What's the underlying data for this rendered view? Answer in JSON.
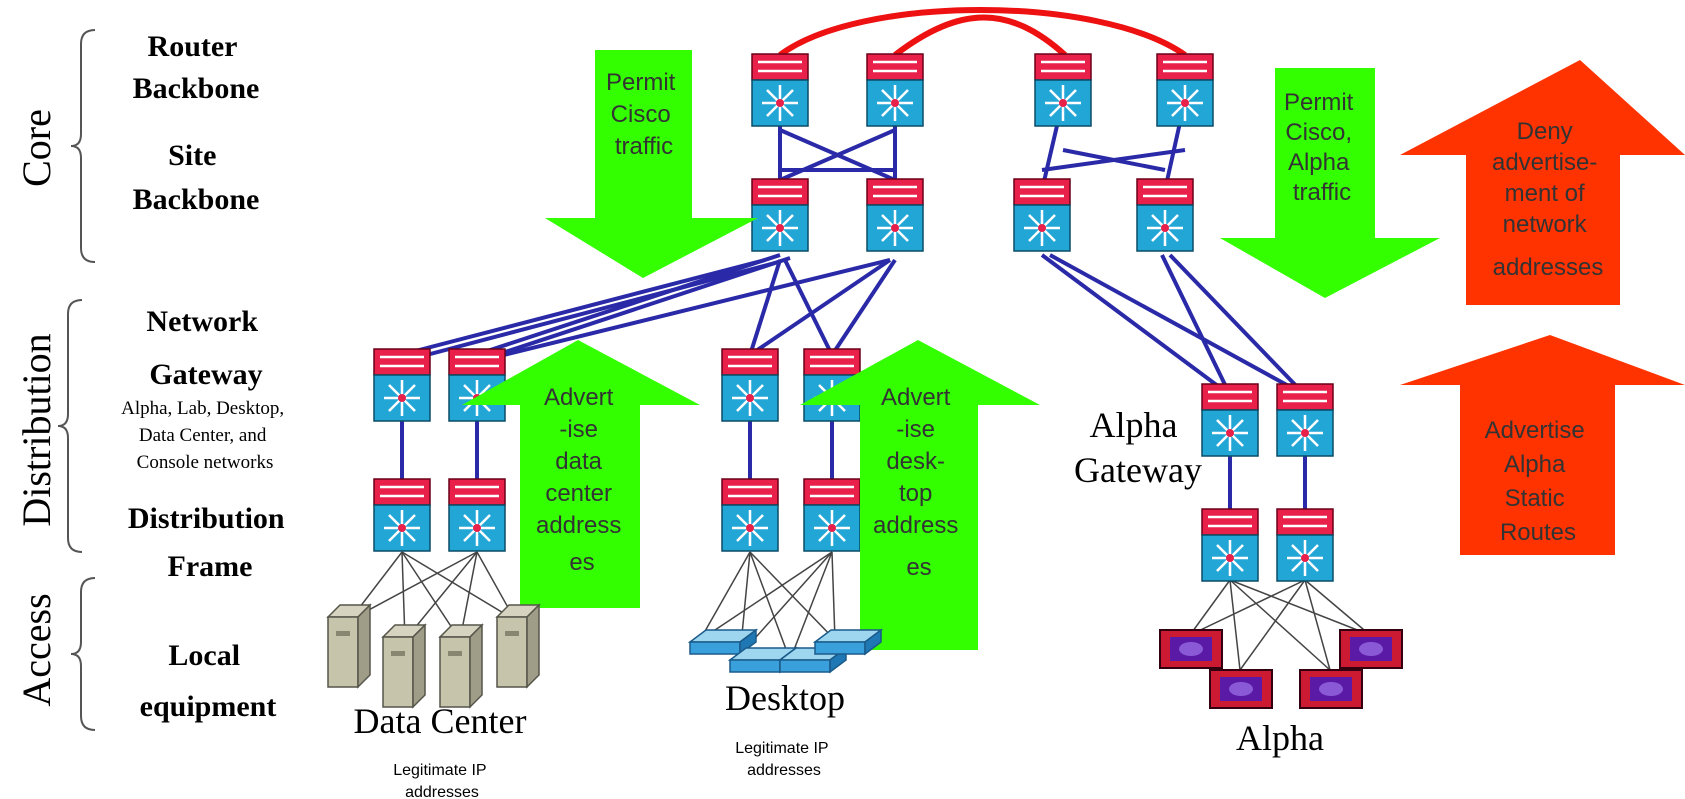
{
  "tiers": {
    "core": "Core",
    "distribution": "Distribution",
    "access": "Access"
  },
  "layer_labels": {
    "router_backbone": [
      "Router",
      "Backbone"
    ],
    "site_backbone": [
      "Site",
      "Backbone"
    ],
    "network_gateway": [
      "Network",
      "Gateway"
    ],
    "gateway_note": [
      "Alpha, Lab, Desktop,",
      "Data Center, and",
      "Console networks"
    ],
    "distribution_frame": [
      "Distribution",
      "Frame"
    ],
    "local_equipment": [
      "Local",
      "equipment"
    ]
  },
  "arrows": {
    "permit_cisco": [
      "Permit",
      "Cisco",
      "traffic"
    ],
    "permit_cisco_alpha": [
      "Permit",
      "Cisco,",
      "Alpha",
      "traffic"
    ],
    "deny_advertisement": [
      "Deny",
      "advertise-",
      "ment of",
      "network",
      "addresses"
    ],
    "advertise_data_center": [
      "Advert",
      "-ise",
      "data",
      "center",
      "address",
      "es"
    ],
    "advertise_desktop": [
      "Advert",
      "-ise",
      "desk-",
      "top",
      "address",
      "es"
    ],
    "advertise_alpha": [
      "Advertise",
      "Alpha",
      "Static",
      "Routes"
    ]
  },
  "sites": {
    "data_center": "Data Center",
    "data_center_note": [
      "Legitimate IP",
      "addresses"
    ],
    "desktop": "Desktop",
    "desktop_note": [
      "Legitimate IP",
      "addresses"
    ],
    "alpha_gateway": [
      "Alpha",
      "Gateway"
    ],
    "alpha": "Alpha"
  },
  "colors": {
    "green_arrow": "#33ff00",
    "red_arrow": "#ff3300",
    "link_blue": "#2a2aa8",
    "link_red": "#ee1111",
    "router_top": "#e8204a",
    "router_body": "#22a6d6"
  },
  "icons": {
    "router": "router-switch-icon",
    "server": "server-icon",
    "desktop": "desktop-switch-icon",
    "alpha_host": "alpha-host-icon"
  }
}
